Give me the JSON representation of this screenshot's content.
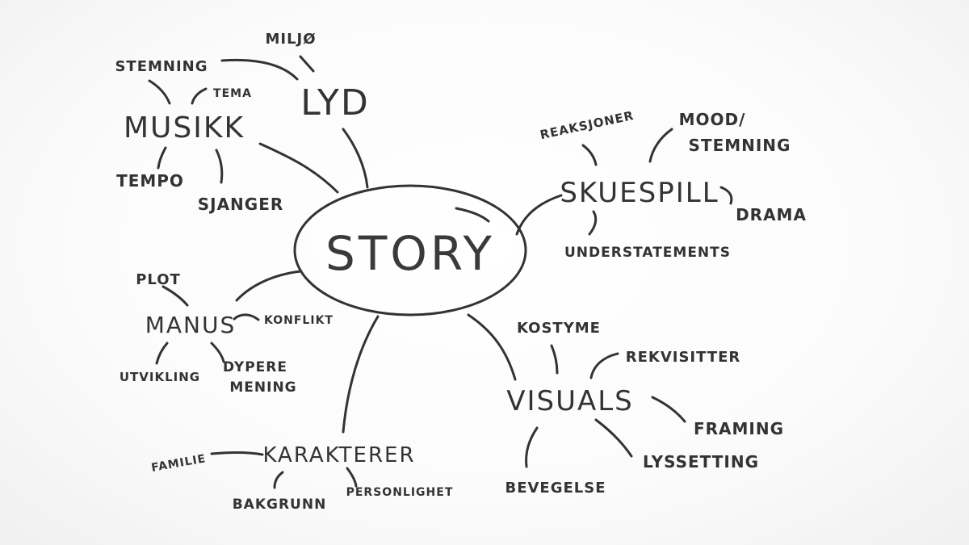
{
  "center": "STORY",
  "branches": {
    "lyd": {
      "label": "LYD",
      "leaves": {
        "miljo": "MILJØ",
        "stemning": "STEMNING"
      }
    },
    "musikk": {
      "label": "MUSIKK",
      "leaves": {
        "tema": "TEMA",
        "tempo": "TEMPO",
        "sjanger": "SJANGER"
      }
    },
    "skuespill": {
      "label": "SKUESPILL",
      "leaves": {
        "reaksjoner": "REAKSJONER",
        "mood": "MOOD/",
        "stemning": "STEMNING",
        "drama": "DRAMA",
        "understatements": "UNDERSTATEMENTS"
      }
    },
    "manus": {
      "label": "MANUS",
      "leaves": {
        "plot": "PLOT",
        "konflikt": "KONFLIKT",
        "utvikling": "UTVIKLING",
        "dypere": "DYPERE",
        "mening": "MENING"
      }
    },
    "karakterer": {
      "label": "KARAKTERER",
      "leaves": {
        "familie": "FAMILIE",
        "bakgrunn": "BAKGRUNN",
        "personlighet": "PERSONLIGHET"
      }
    },
    "visuals": {
      "label": "VISUALS",
      "leaves": {
        "kostyme": "KOSTYME",
        "rekvisitter": "REKVISITTER",
        "framing": "FRAMING",
        "lyssetting": "LYSSETTING",
        "bevegelse": "BEVEGELSE"
      }
    }
  },
  "colors": {
    "ink": "#333333",
    "paper": "#ffffff"
  }
}
